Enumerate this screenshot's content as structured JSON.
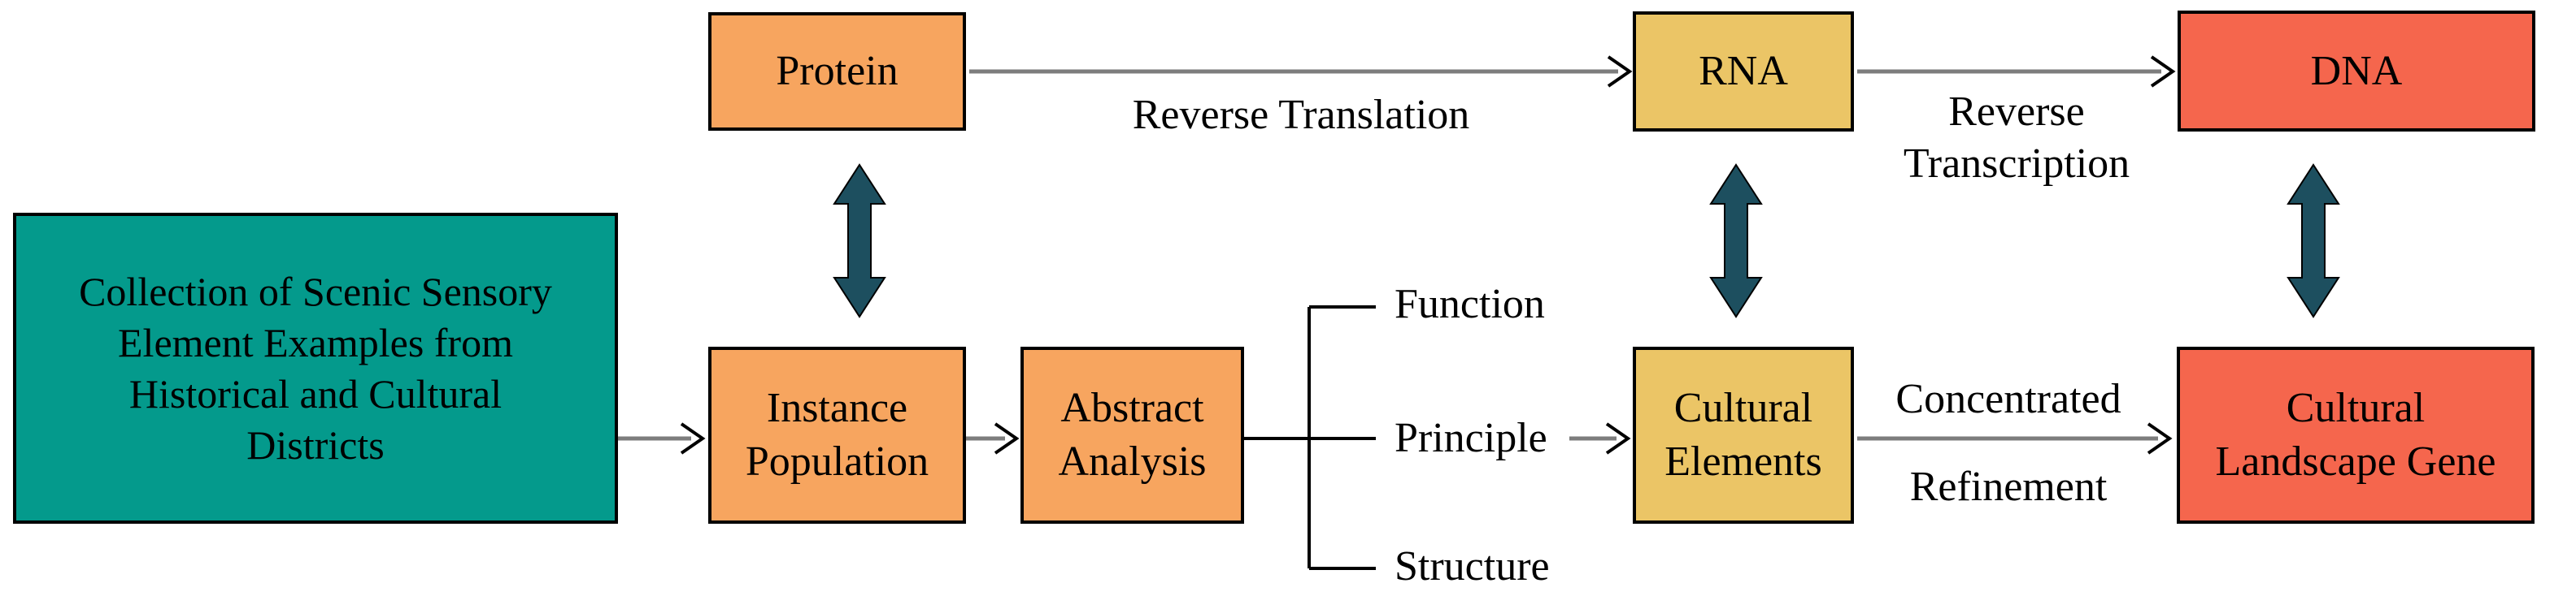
{
  "diagram": {
    "colors": {
      "teal": "#049a8c",
      "orange": "#f7a55f",
      "yellow": "#ebc566",
      "red": "#f5664d",
      "arrow_dark": "#1d4f5f",
      "line_gray": "#7d7d7d"
    },
    "nodes": {
      "source": {
        "lines": [
          "Collection of Scenic Sensory",
          "Element Examples from",
          "Historical and Cultural",
          "Districts"
        ]
      },
      "protein": {
        "label": "Protein"
      },
      "rna": {
        "label": "RNA"
      },
      "dna": {
        "label": "DNA"
      },
      "instance_population": {
        "lines": [
          "Instance",
          "Population"
        ]
      },
      "abstract_analysis": {
        "lines": [
          "Abstract",
          "Analysis"
        ]
      },
      "cultural_elements": {
        "lines": [
          "Cultural",
          "Elements"
        ]
      },
      "cultural_landscape_gene": {
        "lines": [
          "Cultural",
          "Landscape Gene"
        ]
      }
    },
    "edge_labels": {
      "reverse_translation": "Reverse Translation",
      "reverse_transcription": [
        "Reverse",
        "Transcription"
      ],
      "concentrated": "Concentrated",
      "refinement": "Refinement"
    },
    "bracket_items": [
      "Function",
      "Principle",
      "Structure"
    ]
  }
}
